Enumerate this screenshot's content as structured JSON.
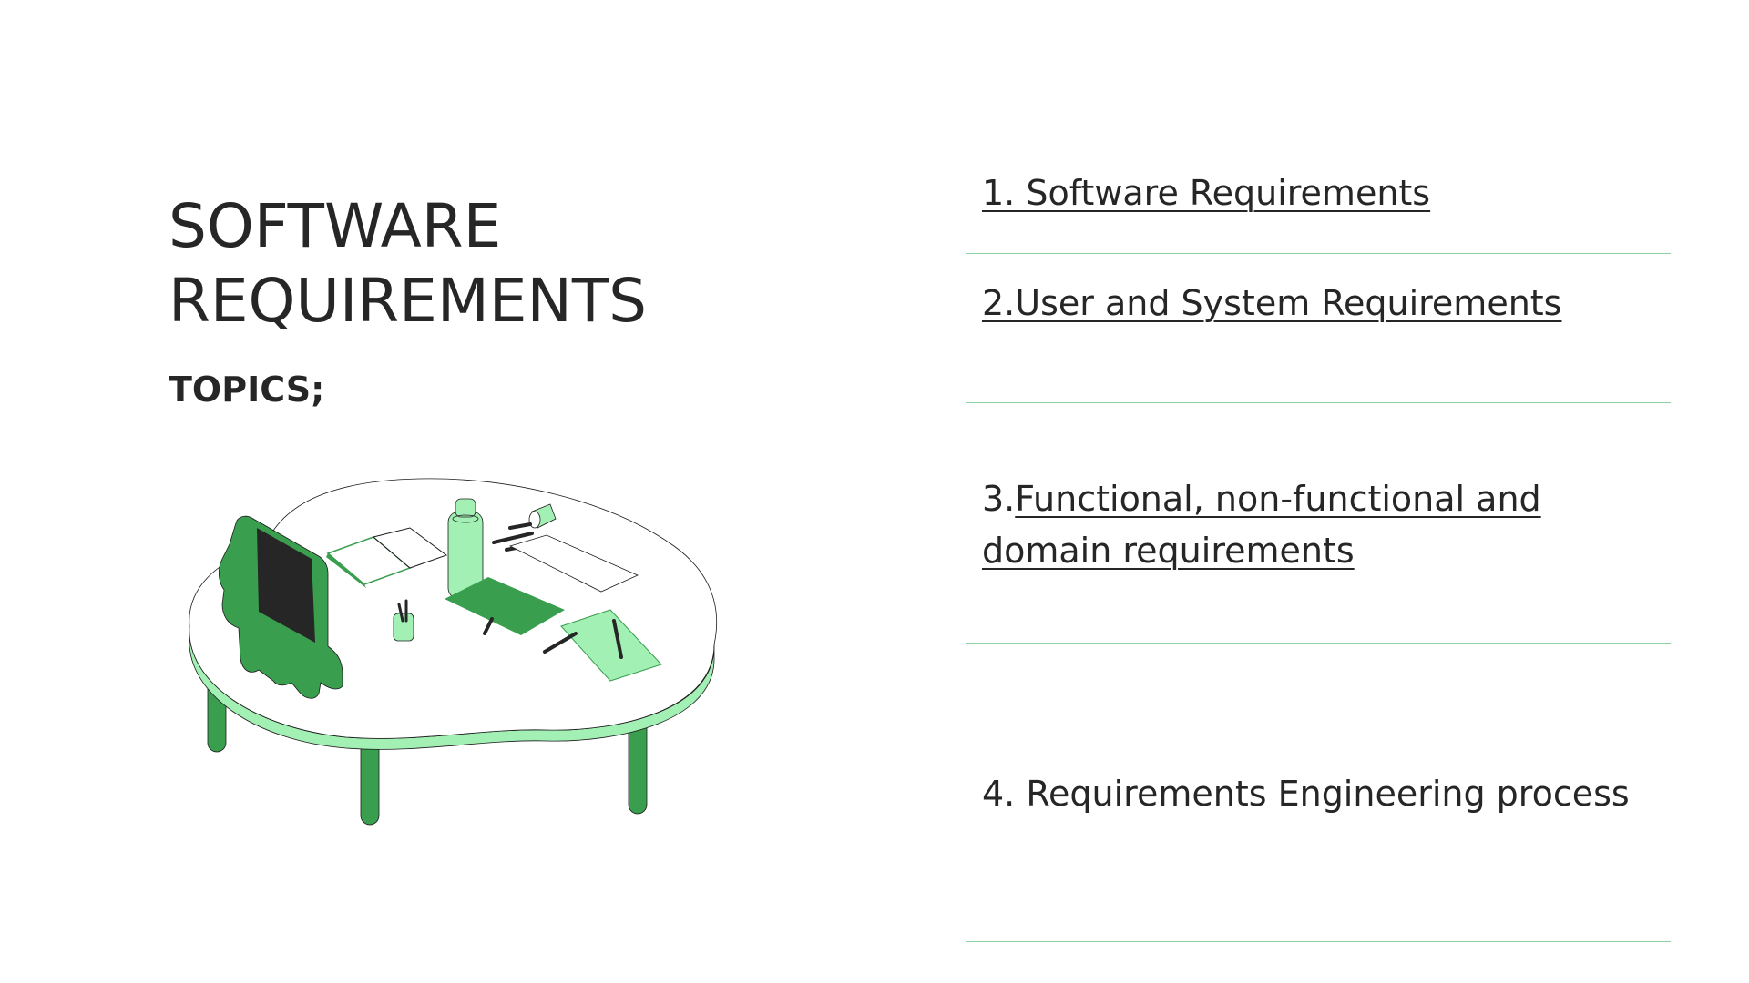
{
  "title": {
    "line1": "SOFTWARE",
    "line2": "REQUIREMENTS"
  },
  "subtitle": "TOPICS;",
  "topics": [
    {
      "text": "1. Software Requirements"
    },
    {
      "text": "2.User and System Requirements"
    },
    {
      "prefix": "3.",
      "text_line1": "Functional, non-functional and",
      "text_line2": "domain requirements "
    },
    {
      "text": "4. Requirements Engineering process"
    }
  ],
  "colors": {
    "text": "#262626",
    "accent_dark": "#3a9e4f",
    "accent_light": "#a3f0b5",
    "divider": "#8fd3a4",
    "screen": "#262626"
  },
  "illustration": {
    "icon": "desk-with-study-items-illustration"
  }
}
